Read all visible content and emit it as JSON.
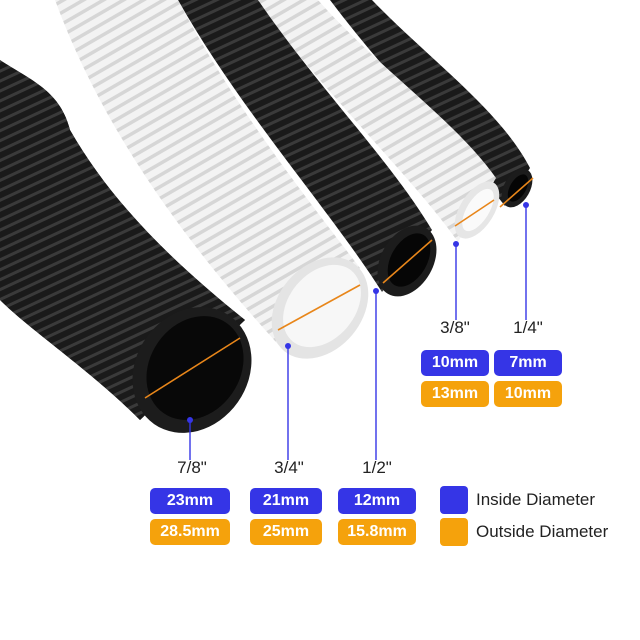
{
  "colors": {
    "inside": "#3535e6",
    "outside": "#f5a20c",
    "tube_black": "#161616",
    "tube_white": "#f1f1f1",
    "measure_line": "#e8861a"
  },
  "tubes": [
    {
      "size": "7/8\"",
      "inside": "23mm",
      "outside": "28.5mm"
    },
    {
      "size": "3/4\"",
      "inside": "21mm",
      "outside": "25mm"
    },
    {
      "size": "1/2\"",
      "inside": "12mm",
      "outside": "15.8mm"
    },
    {
      "size": "3/8\"",
      "inside": "10mm",
      "outside": "13mm"
    },
    {
      "size": "1/4\"",
      "inside": "7mm",
      "outside": "10mm"
    }
  ],
  "legend": {
    "inside_label": "Inside Diameter",
    "outside_label": "Outside Diameter"
  }
}
